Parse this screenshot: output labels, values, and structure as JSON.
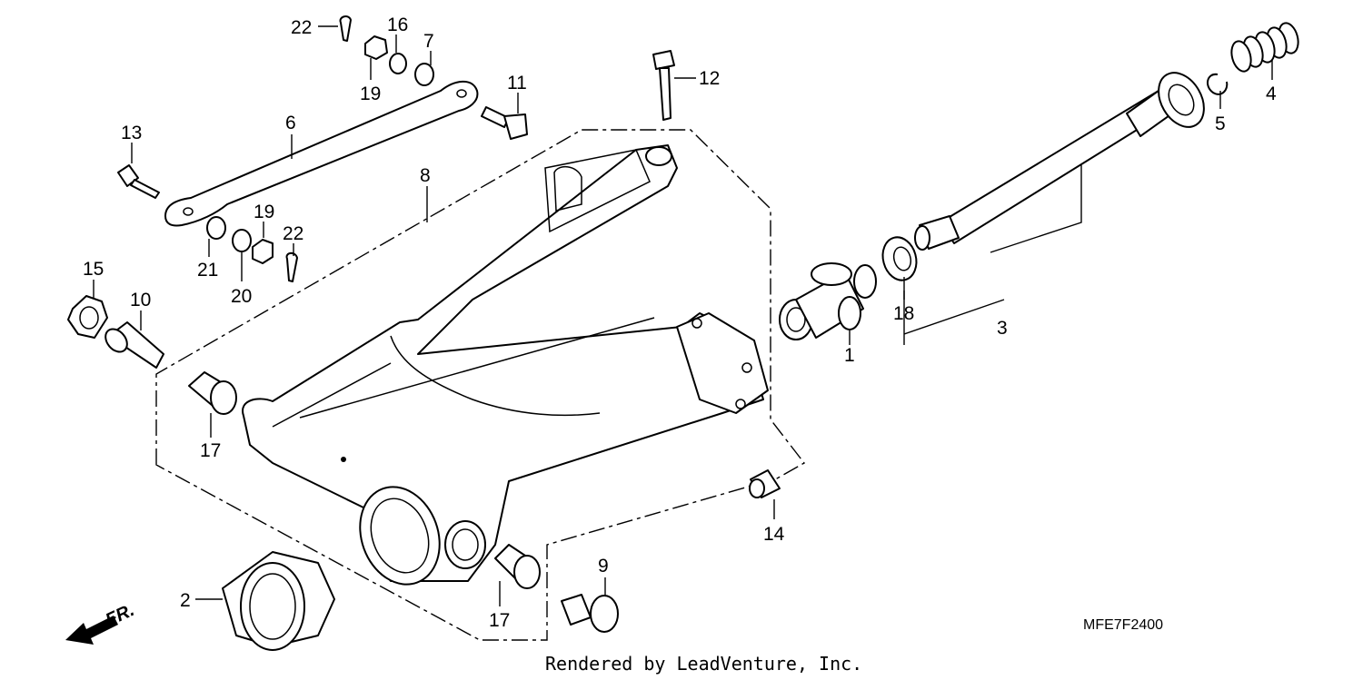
{
  "diagram": {
    "code": "MFE7F2400",
    "credit": "Rendered by LeadVenture, Inc.",
    "direction_label": "FR.",
    "callouts": [
      {
        "id": "c1",
        "label": "1"
      },
      {
        "id": "c2",
        "label": "2"
      },
      {
        "id": "c3",
        "label": "3"
      },
      {
        "id": "c4",
        "label": "4"
      },
      {
        "id": "c5",
        "label": "5"
      },
      {
        "id": "c6",
        "label": "6"
      },
      {
        "id": "c7",
        "label": "7"
      },
      {
        "id": "c8",
        "label": "8"
      },
      {
        "id": "c9",
        "label": "9"
      },
      {
        "id": "c10",
        "label": "10"
      },
      {
        "id": "c11",
        "label": "11"
      },
      {
        "id": "c12",
        "label": "12"
      },
      {
        "id": "c13",
        "label": "13"
      },
      {
        "id": "c14",
        "label": "14"
      },
      {
        "id": "c15",
        "label": "15"
      },
      {
        "id": "c16",
        "label": "16"
      },
      {
        "id": "c17a",
        "label": "17"
      },
      {
        "id": "c17b",
        "label": "17"
      },
      {
        "id": "c18",
        "label": "18"
      },
      {
        "id": "c19a",
        "label": "19"
      },
      {
        "id": "c19b",
        "label": "19"
      },
      {
        "id": "c20",
        "label": "20"
      },
      {
        "id": "c21",
        "label": "21"
      },
      {
        "id": "c22a",
        "label": "22"
      },
      {
        "id": "c22b",
        "label": "22"
      }
    ]
  }
}
